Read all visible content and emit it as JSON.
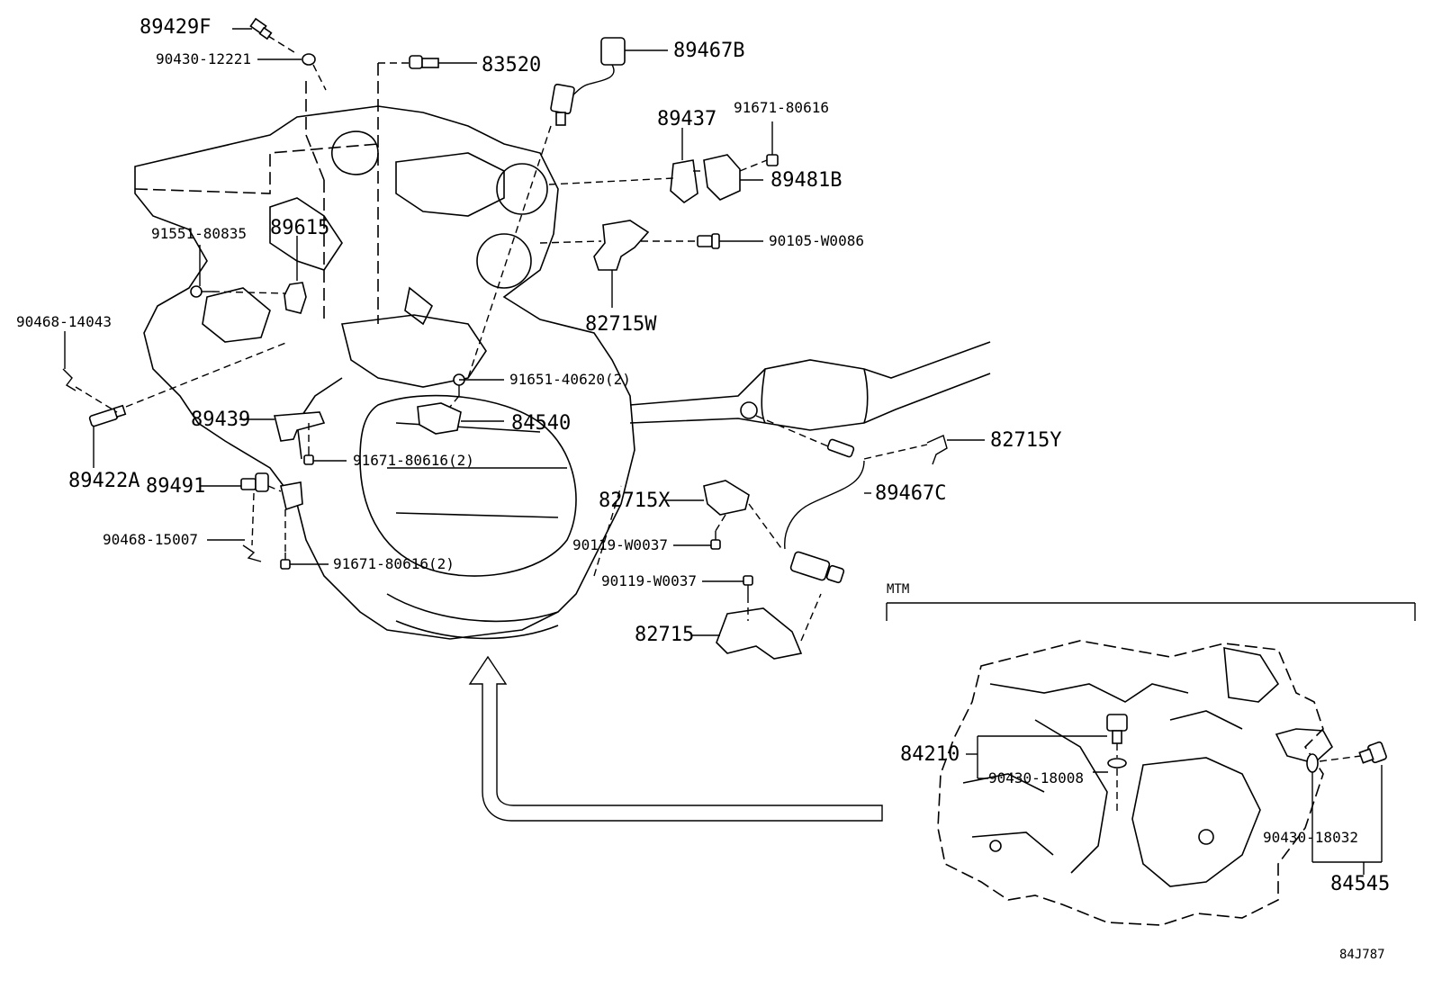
{
  "parts": {
    "p89429F": "89429F",
    "p90430_12221": "90430-12221",
    "p83520": "83520",
    "p89467B": "89467B",
    "p89437": "89437",
    "p91671_80616": "91671-80616",
    "p89481B": "89481B",
    "p91551_80835": "91551-80835",
    "p89615": "89615",
    "p90105_W0086": "90105-W0086",
    "p82715W": "82715W",
    "p90468_14043": "90468-14043",
    "p91651_40620": "91651-40620(2)",
    "p89439": "89439",
    "p84540": "84540",
    "p82715Y": "82715Y",
    "p89422A": "89422A",
    "p91671_80616_2a": "91671-80616(2)",
    "p89491": "89491",
    "p89467C": "89467C",
    "p82715X": "82715X",
    "p90468_15007": "90468-15007",
    "p90119_W0037a": "90119-W0037",
    "p91671_80616_2b": "91671-80616(2)",
    "p90119_W0037b": "90119-W0037",
    "p82715": "82715",
    "p84210": "84210",
    "p90430_18008": "90430-18008",
    "p90430_18032": "90430-18032",
    "p84545": "84545"
  },
  "section_label": "MTM",
  "figure_code": "84J787"
}
